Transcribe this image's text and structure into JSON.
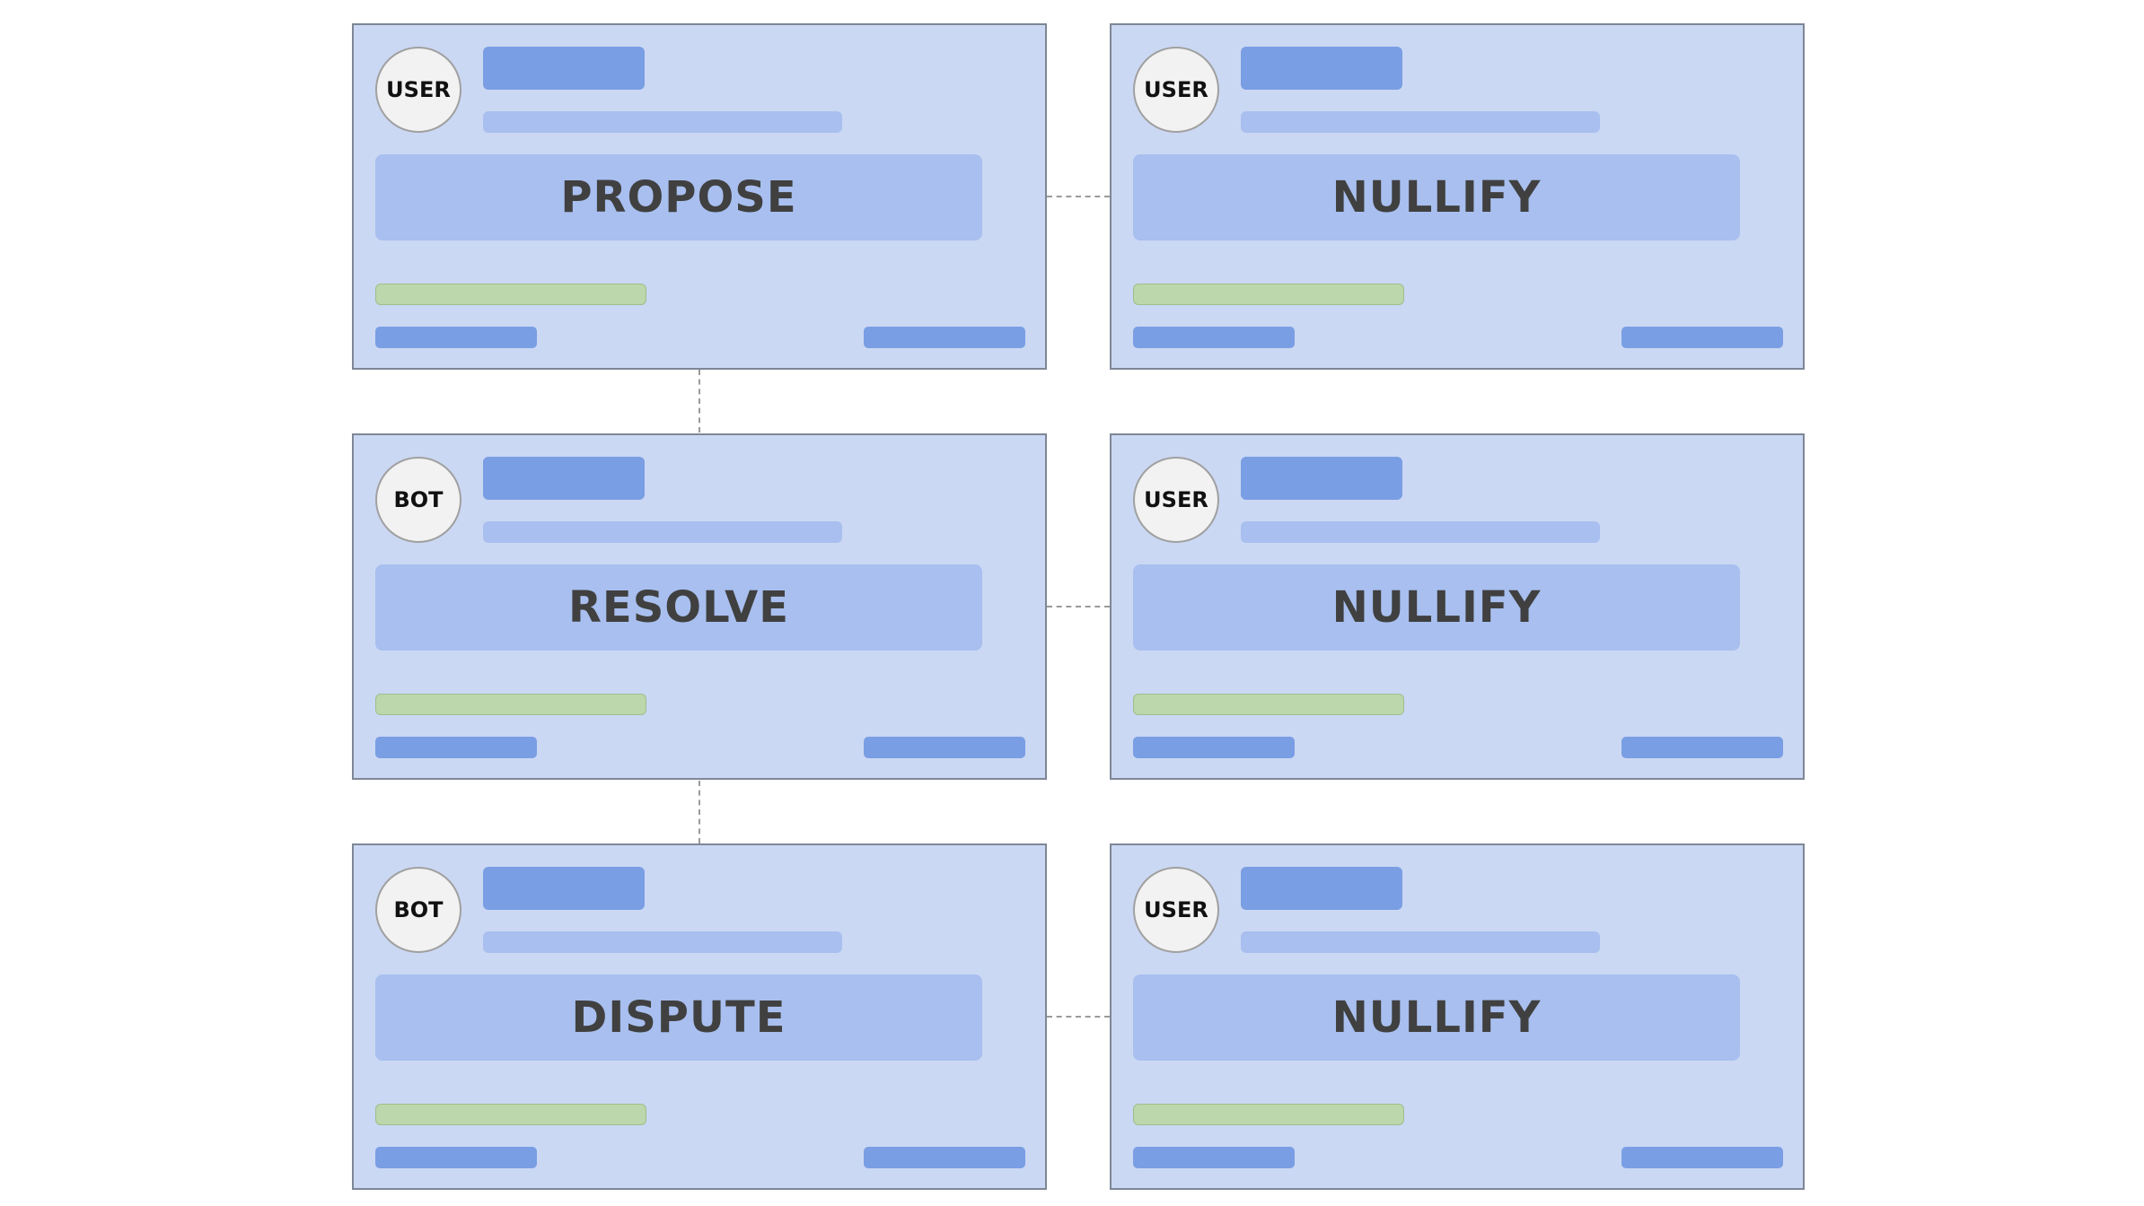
{
  "colors": {
    "card_fill": "#cbd8f3",
    "card_border": "#7e8796",
    "placeholder_dark": "#7a9ee4",
    "placeholder_light": "#a8bfef",
    "placeholder_green": "#bcd7ab",
    "avatar_fill": "#f2f2f2",
    "action_text": "#404040",
    "connector": "#9a9a9a"
  },
  "cards": [
    {
      "id": "propose",
      "actor": "USER",
      "action": "PROPOSE"
    },
    {
      "id": "nullify-1",
      "actor": "USER",
      "action": "NULLIFY"
    },
    {
      "id": "resolve",
      "actor": "BOT",
      "action": "RESOLVE"
    },
    {
      "id": "nullify-2",
      "actor": "USER",
      "action": "NULLIFY"
    },
    {
      "id": "dispute",
      "actor": "BOT",
      "action": "DISPUTE"
    },
    {
      "id": "nullify-3",
      "actor": "USER",
      "action": "NULLIFY"
    }
  ],
  "connectors": [
    {
      "from": "propose",
      "to": "nullify-1",
      "style": "dashed"
    },
    {
      "from": "propose",
      "to": "resolve",
      "style": "dashed"
    },
    {
      "from": "resolve",
      "to": "nullify-2",
      "style": "dashed"
    },
    {
      "from": "resolve",
      "to": "dispute",
      "style": "dashed"
    },
    {
      "from": "dispute",
      "to": "nullify-3",
      "style": "dashed"
    }
  ]
}
